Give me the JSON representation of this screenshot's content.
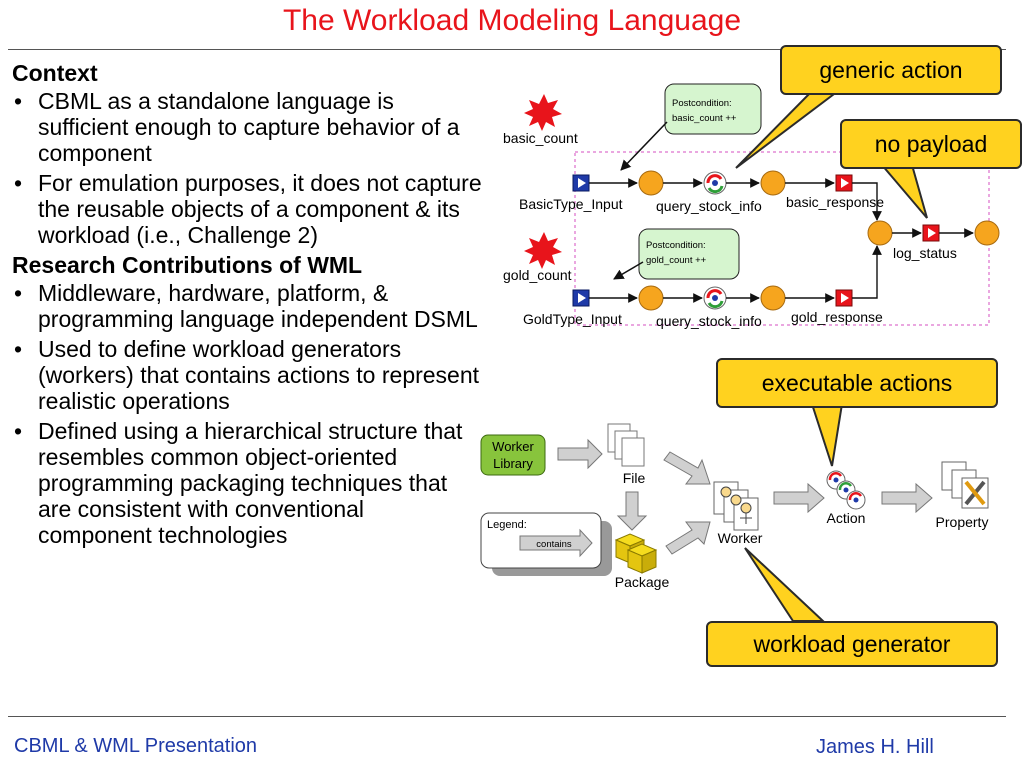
{
  "slide": {
    "title": "The Workload Modeling Language",
    "context_heading": "Context",
    "context_bullets": [
      "CBML as a standalone language is sufficient enough to capture behavior of a component",
      "For emulation purposes, it does not capture the reusable objects of a component & its workload (i.e., Challenge 2)"
    ],
    "contrib_heading": "Research Contributions of WML",
    "contrib_bullets": [
      "Middleware, hardware, platform, & programming language independent DSML",
      "Used to define workload generators (workers) that contains actions to represent realistic operations",
      "Defined using a hierarchical structure that resembles common object-oriented programming packaging techniques that are consistent with conventional component technologies"
    ]
  },
  "callouts": {
    "generic_action": "generic action",
    "no_payload": "no payload",
    "executable_actions": "executable actions",
    "workload_generator": "workload generator"
  },
  "cbml": {
    "basic_count": "basic_count",
    "gold_count": "gold_count",
    "basic_input": "BasicType_Input",
    "gold_input": "GoldType_Input",
    "query_top": "query_stock_info",
    "query_bottom": "query_stock_info",
    "basic_response": "basic_response",
    "gold_response": "gold_response",
    "log_status": "log_status",
    "post_title": "Postcondition:",
    "post_basic": "basic_count ++",
    "post_gold": "gold_count ++",
    "colors": {
      "star": "#e8141b",
      "state": "#f6a51e",
      "port_input": "#1f3aa8",
      "port_output": "#e8141b",
      "note": "#d6f5cf"
    }
  },
  "wml": {
    "worker_library_line1": "Worker",
    "worker_library_line2": "Library",
    "file": "File",
    "package": "Package",
    "worker": "Worker",
    "action": "Action",
    "property": "Property",
    "legend": "Legend:",
    "contains": "contains"
  },
  "footer": {
    "left": "CBML & WML Presentation",
    "right": "James H. Hill"
  }
}
